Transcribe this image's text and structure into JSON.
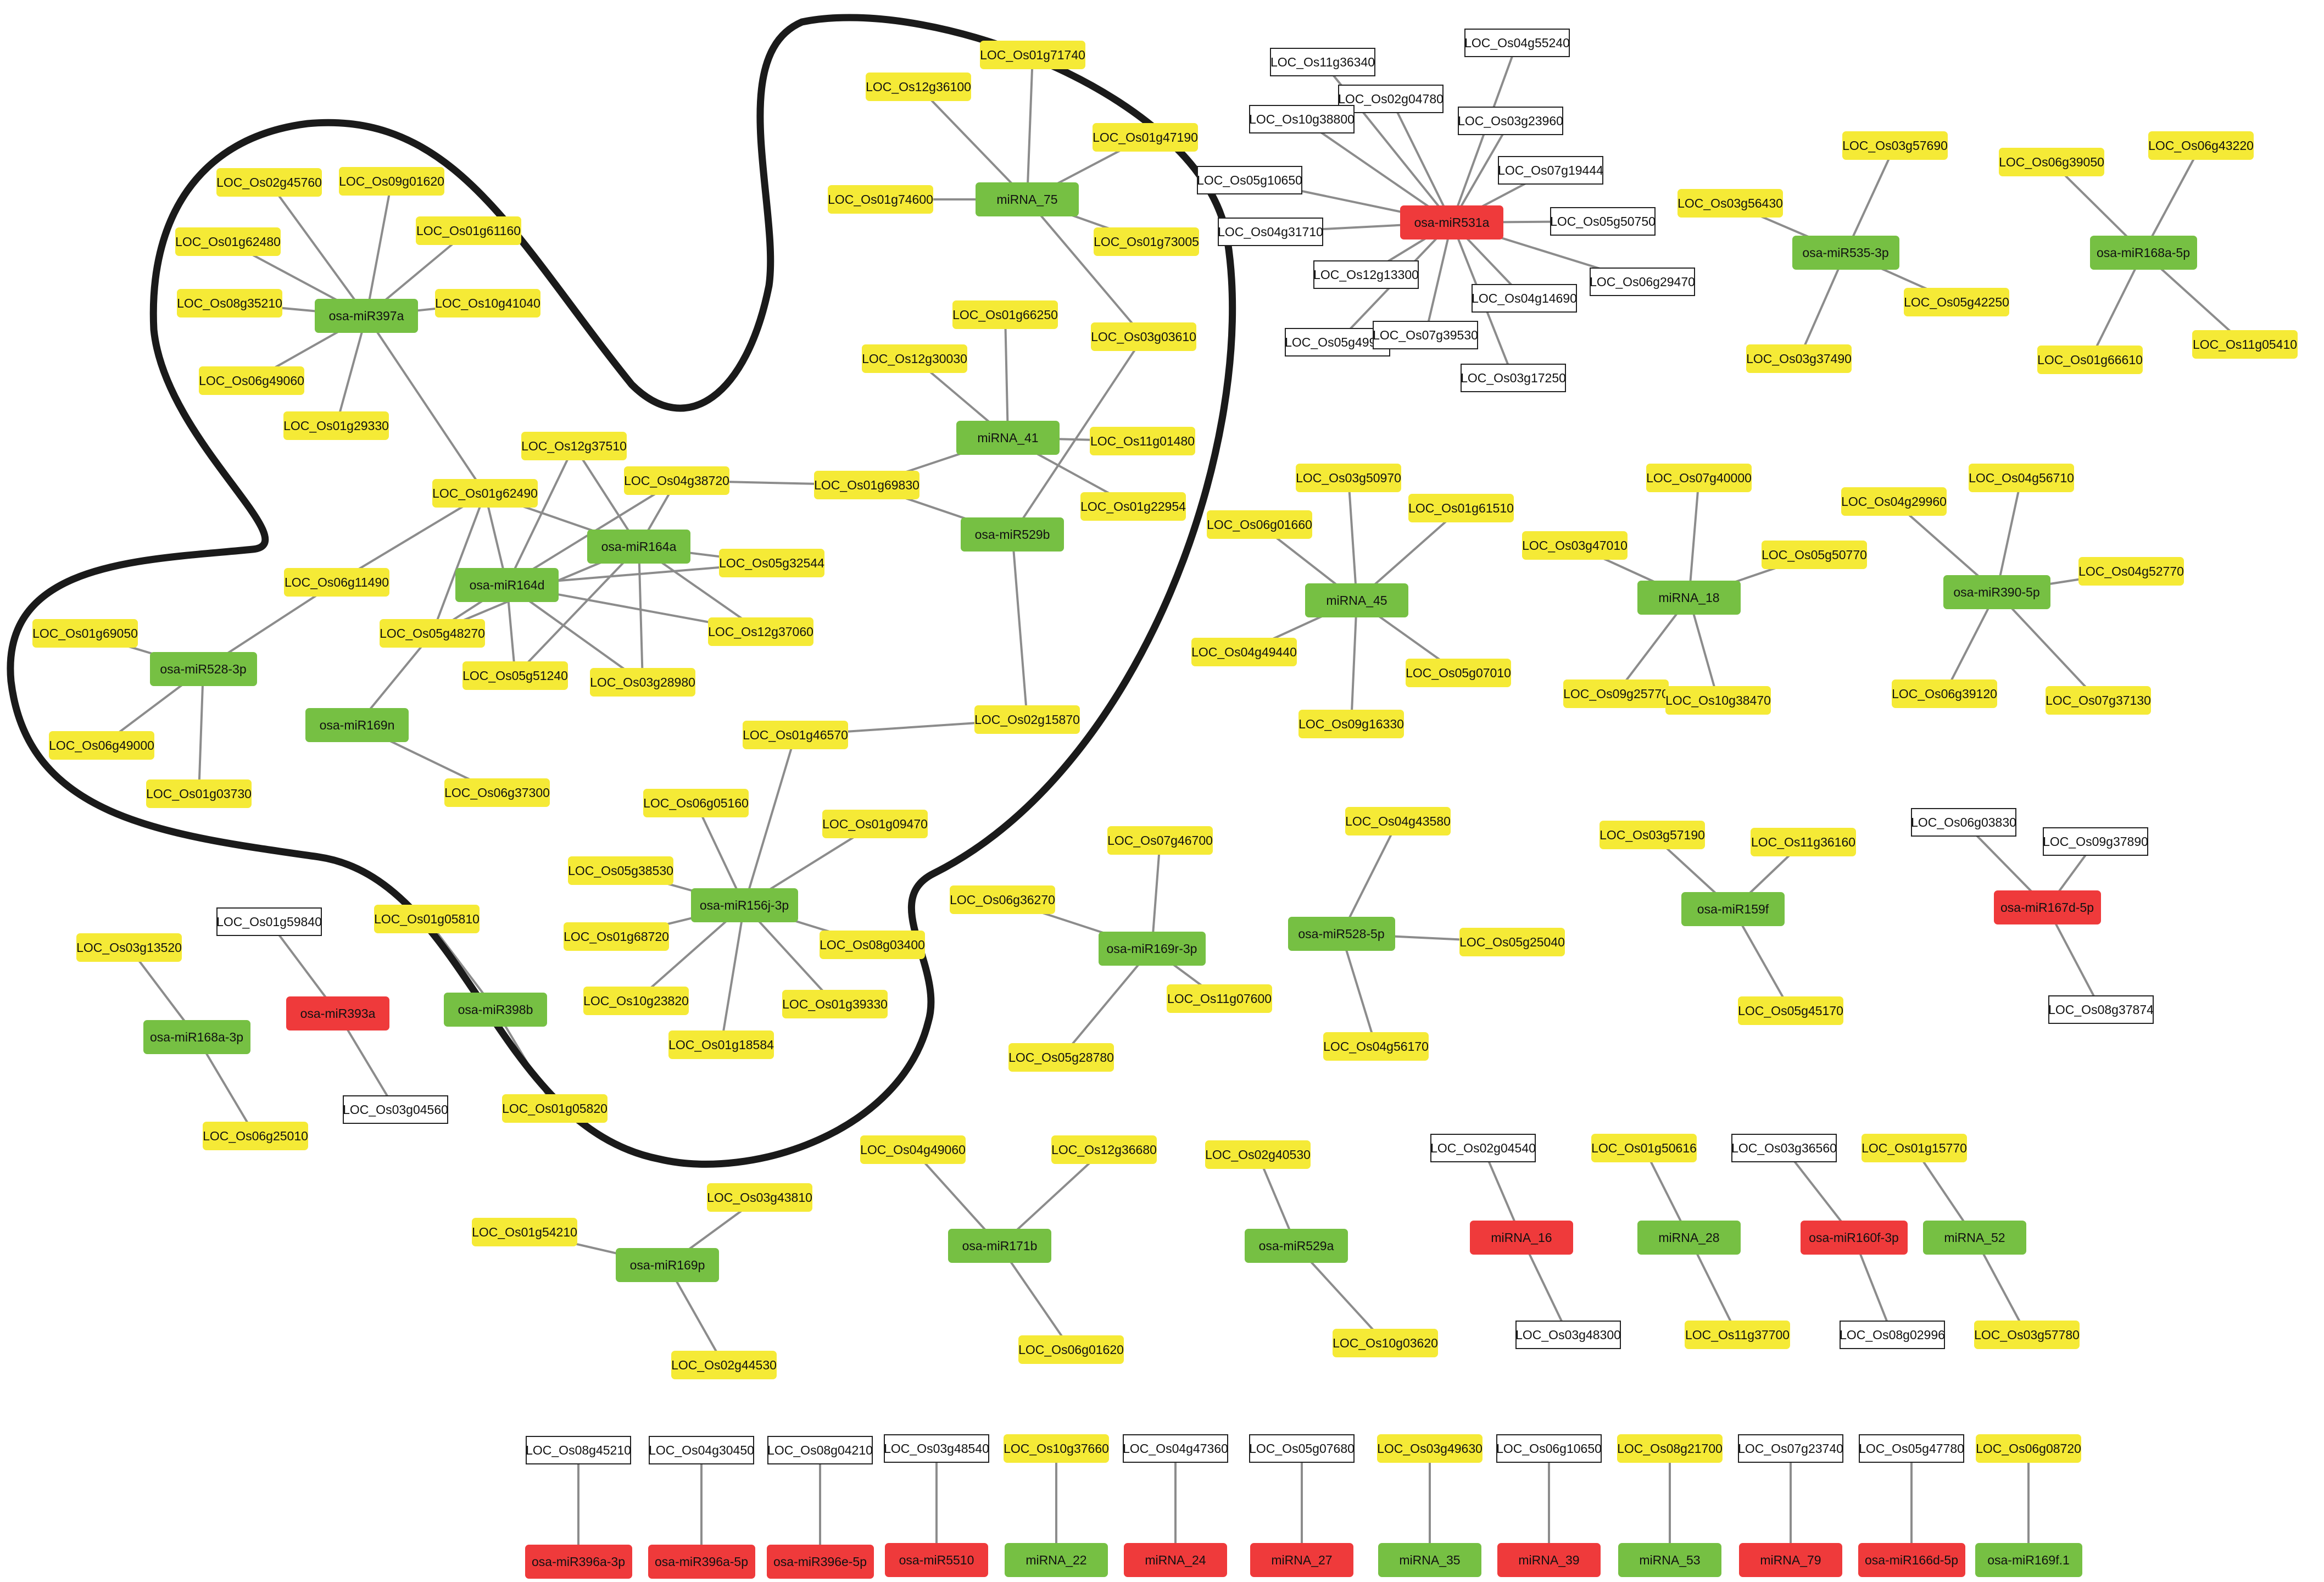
{
  "colors": {
    "upregulated_target": "#f5ea36",
    "mirna_green": "#76c043",
    "mirna_red": "#ef3a3b",
    "target_white": "#ffffff",
    "edge": "#8c8c8c",
    "outline": "#1a1a1a"
  },
  "nodes": [
    {
      "id": "LOC_Os01g71740",
      "color": "yellow"
    },
    {
      "id": "LOC_Os12g36100",
      "color": "yellow"
    },
    {
      "id": "LOC_Os01g47190",
      "color": "yellow"
    },
    {
      "id": "LOC_Os01g74600",
      "color": "yellow"
    },
    {
      "id": "miRNA_75",
      "color": "green"
    },
    {
      "id": "LOC_Os01g73005",
      "color": "yellow"
    },
    {
      "id": "LOC_Os03g03610",
      "color": "yellow"
    },
    {
      "id": "LOC_Os01g66250",
      "color": "yellow"
    },
    {
      "id": "LOC_Os12g30030",
      "color": "yellow"
    },
    {
      "id": "miRNA_41",
      "color": "green"
    },
    {
      "id": "LOC_Os11g01480",
      "color": "yellow"
    },
    {
      "id": "LOC_Os01g22954",
      "color": "yellow"
    },
    {
      "id": "LOC_Os01g69830",
      "color": "yellow"
    },
    {
      "id": "osa-miR529b",
      "color": "green"
    },
    {
      "id": "LOC_Os02g45760",
      "color": "yellow"
    },
    {
      "id": "LOC_Os09g01620",
      "color": "yellow"
    },
    {
      "id": "LOC_Os01g61160",
      "color": "yellow"
    },
    {
      "id": "LOC_Os01g62480",
      "color": "yellow"
    },
    {
      "id": "LOC_Os08g35210",
      "color": "yellow"
    },
    {
      "id": "osa-miR397a",
      "color": "green"
    },
    {
      "id": "LOC_Os10g41040",
      "color": "yellow"
    },
    {
      "id": "LOC_Os06g49060",
      "color": "yellow"
    },
    {
      "id": "LOC_Os01g29330",
      "color": "yellow"
    },
    {
      "id": "LOC_Os12g37510",
      "color": "yellow"
    },
    {
      "id": "LOC_Os01g62490",
      "color": "yellow"
    },
    {
      "id": "LOC_Os04g38720",
      "color": "yellow"
    },
    {
      "id": "osa-miR164a",
      "color": "green"
    },
    {
      "id": "LOC_Os05g32544",
      "color": "yellow"
    },
    {
      "id": "LOC_Os06g11490",
      "color": "yellow"
    },
    {
      "id": "osa-miR164d",
      "color": "green"
    },
    {
      "id": "LOC_Os12g37060",
      "color": "yellow"
    },
    {
      "id": "LOC_Os05g48270",
      "color": "yellow"
    },
    {
      "id": "LOC_Os05g51240",
      "color": "yellow"
    },
    {
      "id": "LOC_Os03g28980",
      "color": "yellow"
    },
    {
      "id": "LOC_Os01g69050",
      "color": "yellow"
    },
    {
      "id": "osa-miR528-3p",
      "color": "green"
    },
    {
      "id": "osa-miR169n",
      "color": "green"
    },
    {
      "id": "LOC_Os06g49000",
      "color": "yellow"
    },
    {
      "id": "LOC_Os01g03730",
      "color": "yellow"
    },
    {
      "id": "LOC_Os06g37300",
      "color": "yellow"
    },
    {
      "id": "LOC_Os02g15870",
      "color": "yellow"
    },
    {
      "id": "LOC_Os01g46570",
      "color": "yellow"
    },
    {
      "id": "LOC_Os06g05160",
      "color": "yellow"
    },
    {
      "id": "LOC_Os01g09470",
      "color": "yellow"
    },
    {
      "id": "LOC_Os05g38530",
      "color": "yellow"
    },
    {
      "id": "osa-miR156j-3p",
      "color": "green"
    },
    {
      "id": "LOC_Os01g68720",
      "color": "yellow"
    },
    {
      "id": "LOC_Os08g03400",
      "color": "yellow"
    },
    {
      "id": "LOC_Os10g23820",
      "color": "yellow"
    },
    {
      "id": "LOC_Os01g39330",
      "color": "yellow"
    },
    {
      "id": "LOC_Os01g18584",
      "color": "yellow"
    },
    {
      "id": "LOC_Os11g36340",
      "color": "white"
    },
    {
      "id": "LOC_Os04g55240",
      "color": "white"
    },
    {
      "id": "LOC_Os02g04780",
      "color": "white"
    },
    {
      "id": "LOC_Os10g38800",
      "color": "white"
    },
    {
      "id": "LOC_Os03g23960",
      "color": "white"
    },
    {
      "id": "LOC_Os07g19444",
      "color": "white"
    },
    {
      "id": "LOC_Os05g10650",
      "color": "white"
    },
    {
      "id": "osa-miR531a",
      "color": "red"
    },
    {
      "id": "LOC_Os05g50750",
      "color": "white"
    },
    {
      "id": "LOC_Os04g31710",
      "color": "white"
    },
    {
      "id": "LOC_Os12g13300",
      "color": "white"
    },
    {
      "id": "LOC_Os06g29470",
      "color": "white"
    },
    {
      "id": "LOC_Os04g14690",
      "color": "white"
    },
    {
      "id": "LOC_Os05g49940",
      "color": "white"
    },
    {
      "id": "LOC_Os07g39530",
      "color": "white"
    },
    {
      "id": "LOC_Os03g17250",
      "color": "white"
    },
    {
      "id": "LOC_Os03g57690",
      "color": "yellow"
    },
    {
      "id": "LOC_Os03g56430",
      "color": "yellow"
    },
    {
      "id": "osa-miR535-3p",
      "color": "green"
    },
    {
      "id": "LOC_Os05g42250",
      "color": "yellow"
    },
    {
      "id": "LOC_Os03g37490",
      "color": "yellow"
    },
    {
      "id": "LOC_Os06g39050",
      "color": "yellow"
    },
    {
      "id": "LOC_Os06g43220",
      "color": "yellow"
    },
    {
      "id": "osa-miR168a-5p",
      "color": "green"
    },
    {
      "id": "LOC_Os11g05410",
      "color": "yellow"
    },
    {
      "id": "LOC_Os01g66610",
      "color": "yellow"
    },
    {
      "id": "LOC_Os03g50970",
      "color": "yellow"
    },
    {
      "id": "LOC_Os06g01660",
      "color": "yellow"
    },
    {
      "id": "LOC_Os01g61510",
      "color": "yellow"
    },
    {
      "id": "miRNA_45",
      "color": "green"
    },
    {
      "id": "LOC_Os04g49440",
      "color": "yellow"
    },
    {
      "id": "LOC_Os05g07010",
      "color": "yellow"
    },
    {
      "id": "LOC_Os09g16330",
      "color": "yellow"
    },
    {
      "id": "LOC_Os07g40000",
      "color": "yellow"
    },
    {
      "id": "LOC_Os03g47010",
      "color": "yellow"
    },
    {
      "id": "LOC_Os05g50770",
      "color": "yellow"
    },
    {
      "id": "miRNA_18",
      "color": "green"
    },
    {
      "id": "LOC_Os09g25770",
      "color": "yellow"
    },
    {
      "id": "LOC_Os10g38470",
      "color": "yellow"
    },
    {
      "id": "LOC_Os04g29960",
      "color": "yellow"
    },
    {
      "id": "LOC_Os04g56710",
      "color": "yellow"
    },
    {
      "id": "LOC_Os04g52770",
      "color": "yellow"
    },
    {
      "id": "osa-miR390-5p",
      "color": "green"
    },
    {
      "id": "LOC_Os06g39120",
      "color": "yellow"
    },
    {
      "id": "LOC_Os07g37130",
      "color": "yellow"
    },
    {
      "id": "LOC_Os07g46700",
      "color": "yellow"
    },
    {
      "id": "LOC_Os06g36270",
      "color": "yellow"
    },
    {
      "id": "osa-miR169r-3p",
      "color": "green"
    },
    {
      "id": "LOC_Os11g07600",
      "color": "yellow"
    },
    {
      "id": "LOC_Os05g28780",
      "color": "yellow"
    },
    {
      "id": "LOC_Os04g43580",
      "color": "yellow"
    },
    {
      "id": "osa-miR528-5p",
      "color": "green"
    },
    {
      "id": "LOC_Os05g25040",
      "color": "yellow"
    },
    {
      "id": "LOC_Os04g56170",
      "color": "yellow"
    },
    {
      "id": "LOC_Os03g57190",
      "color": "yellow"
    },
    {
      "id": "LOC_Os11g36160",
      "color": "yellow"
    },
    {
      "id": "osa-miR159f",
      "color": "green"
    },
    {
      "id": "LOC_Os05g45170",
      "color": "yellow"
    },
    {
      "id": "LOC_Os06g03830",
      "color": "white"
    },
    {
      "id": "LOC_Os09g37890",
      "color": "white"
    },
    {
      "id": "osa-miR167d-5p",
      "color": "red"
    },
    {
      "id": "LOC_Os08g37874",
      "color": "white"
    },
    {
      "id": "LOC_Os03g13520",
      "color": "yellow"
    },
    {
      "id": "osa-miR168a-3p",
      "color": "green"
    },
    {
      "id": "LOC_Os06g25010",
      "color": "yellow"
    },
    {
      "id": "LOC_Os01g59840",
      "color": "white"
    },
    {
      "id": "osa-miR393a",
      "color": "red"
    },
    {
      "id": "LOC_Os03g04560",
      "color": "white"
    },
    {
      "id": "LOC_Os01g05810",
      "color": "yellow"
    },
    {
      "id": "osa-miR398b",
      "color": "green"
    },
    {
      "id": "LOC_Os01g05820",
      "color": "yellow"
    },
    {
      "id": "LOC_Os03g43810",
      "color": "yellow"
    },
    {
      "id": "LOC_Os01g54210",
      "color": "yellow"
    },
    {
      "id": "osa-miR169p",
      "color": "green"
    },
    {
      "id": "LOC_Os02g44530",
      "color": "yellow"
    },
    {
      "id": "LOC_Os04g49060",
      "color": "yellow"
    },
    {
      "id": "LOC_Os12g36680",
      "color": "yellow"
    },
    {
      "id": "osa-miR171b",
      "color": "green"
    },
    {
      "id": "LOC_Os06g01620",
      "color": "yellow"
    },
    {
      "id": "LOC_Os02g40530",
      "color": "yellow"
    },
    {
      "id": "osa-miR529a",
      "color": "green"
    },
    {
      "id": "LOC_Os10g03620",
      "color": "yellow"
    },
    {
      "id": "LOC_Os02g04540",
      "color": "white"
    },
    {
      "id": "miRNA_16",
      "color": "red"
    },
    {
      "id": "LOC_Os03g48300",
      "color": "white"
    },
    {
      "id": "LOC_Os01g50616",
      "color": "yellow"
    },
    {
      "id": "miRNA_28",
      "color": "green"
    },
    {
      "id": "LOC_Os11g37700",
      "color": "yellow"
    },
    {
      "id": "LOC_Os03g36560",
      "color": "white"
    },
    {
      "id": "osa-miR160f-3p",
      "color": "red"
    },
    {
      "id": "LOC_Os08g02996",
      "color": "white"
    },
    {
      "id": "LOC_Os01g15770",
      "color": "yellow"
    },
    {
      "id": "miRNA_52",
      "color": "green"
    },
    {
      "id": "LOC_Os03g57780",
      "color": "yellow"
    },
    {
      "id": "LOC_Os08g45210",
      "color": "white"
    },
    {
      "id": "osa-miR396a-3p",
      "color": "red"
    },
    {
      "id": "LOC_Os04g30450",
      "color": "white"
    },
    {
      "id": "osa-miR396a-5p",
      "color": "red"
    },
    {
      "id": "LOC_Os08g04210",
      "color": "white"
    },
    {
      "id": "osa-miR396e-5p",
      "color": "red"
    },
    {
      "id": "LOC_Os03g48540",
      "color": "white"
    },
    {
      "id": "osa-miR5510",
      "color": "red"
    },
    {
      "id": "LOC_Os10g37660",
      "color": "yellow"
    },
    {
      "id": "miRNA_22",
      "color": "green"
    },
    {
      "id": "LOC_Os04g47360",
      "color": "white"
    },
    {
      "id": "miRNA_24",
      "color": "red"
    },
    {
      "id": "LOC_Os05g07680",
      "color": "white"
    },
    {
      "id": "miRNA_27",
      "color": "red"
    },
    {
      "id": "LOC_Os03g49630",
      "color": "yellow"
    },
    {
      "id": "miRNA_35",
      "color": "green"
    },
    {
      "id": "LOC_Os06g10650",
      "color": "white"
    },
    {
      "id": "miRNA_39",
      "color": "red"
    },
    {
      "id": "LOC_Os08g21700",
      "color": "yellow"
    },
    {
      "id": "miRNA_53",
      "color": "green"
    },
    {
      "id": "LOC_Os07g23740",
      "color": "white"
    },
    {
      "id": "miRNA_79",
      "color": "red"
    },
    {
      "id": "LOC_Os05g47780",
      "color": "white"
    },
    {
      "id": "osa-miR166d-5p",
      "color": "red"
    },
    {
      "id": "LOC_Os06g08720",
      "color": "yellow"
    },
    {
      "id": "osa-miR169f.1",
      "color": "green"
    }
  ],
  "edges": [
    [
      "miRNA_75",
      "LOC_Os01g71740"
    ],
    [
      "miRNA_75",
      "LOC_Os12g36100"
    ],
    [
      "miRNA_75",
      "LOC_Os01g47190"
    ],
    [
      "miRNA_75",
      "LOC_Os01g74600"
    ],
    [
      "miRNA_75",
      "LOC_Os01g73005"
    ],
    [
      "miRNA_75",
      "LOC_Os03g03610"
    ],
    [
      "miRNA_41",
      "LOC_Os01g66250"
    ],
    [
      "miRNA_41",
      "LOC_Os12g30030"
    ],
    [
      "miRNA_41",
      "LOC_Os11g01480"
    ],
    [
      "miRNA_41",
      "LOC_Os01g22954"
    ],
    [
      "miRNA_41",
      "LOC_Os01g69830"
    ],
    [
      "osa-miR529b",
      "LOC_Os03g03610"
    ],
    [
      "osa-miR529b",
      "LOC_Os01g69830"
    ],
    [
      "osa-miR529b",
      "LOC_Os02g15870"
    ],
    [
      "osa-miR397a",
      "LOC_Os02g45760"
    ],
    [
      "osa-miR397a",
      "LOC_Os09g01620"
    ],
    [
      "osa-miR397a",
      "LOC_Os01g61160"
    ],
    [
      "osa-miR397a",
      "LOC_Os01g62480"
    ],
    [
      "osa-miR397a",
      "LOC_Os08g35210"
    ],
    [
      "osa-miR397a",
      "LOC_Os10g41040"
    ],
    [
      "osa-miR397a",
      "LOC_Os06g49060"
    ],
    [
      "osa-miR397a",
      "LOC_Os01g29330"
    ],
    [
      "osa-miR397a",
      "LOC_Os01g62490"
    ],
    [
      "osa-miR164a",
      "LOC_Os12g37510"
    ],
    [
      "osa-miR164a",
      "LOC_Os01g62490"
    ],
    [
      "osa-miR164a",
      "LOC_Os04g38720"
    ],
    [
      "osa-miR164a",
      "LOC_Os05g32544"
    ],
    [
      "osa-miR164a",
      "LOC_Os12g37060"
    ],
    [
      "osa-miR164a",
      "LOC_Os05g51240"
    ],
    [
      "osa-miR164a",
      "LOC_Os03g28980"
    ],
    [
      "osa-miR164a",
      "LOC_Os05g48270"
    ],
    [
      "osa-miR164d",
      "LOC_Os12g37510"
    ],
    [
      "osa-miR164d",
      "LOC_Os01g62490"
    ],
    [
      "osa-miR164d",
      "LOC_Os04g38720"
    ],
    [
      "osa-miR164d",
      "LOC_Os05g32544"
    ],
    [
      "osa-miR164d",
      "LOC_Os12g37060"
    ],
    [
      "osa-miR164d",
      "LOC_Os05g51240"
    ],
    [
      "osa-miR164d",
      "LOC_Os03g28980"
    ],
    [
      "osa-miR164d",
      "LOC_Os05g48270"
    ],
    [
      "LOC_Os04g38720",
      "LOC_Os01g69830"
    ],
    [
      "LOC_Os01g62490",
      "LOC_Os06g11490"
    ],
    [
      "LOC_Os01g62490",
      "LOC_Os05g48270"
    ],
    [
      "osa-miR528-3p",
      "LOC_Os06g11490"
    ],
    [
      "osa-miR528-3p",
      "LOC_Os01g69050"
    ],
    [
      "osa-miR528-3p",
      "LOC_Os06g49000"
    ],
    [
      "osa-miR528-3p",
      "LOC_Os01g03730"
    ],
    [
      "osa-miR169n",
      "LOC_Os05g48270"
    ],
    [
      "osa-miR169n",
      "LOC_Os06g37300"
    ],
    [
      "LOC_Os02g15870",
      "LOC_Os01g46570"
    ],
    [
      "osa-miR156j-3p",
      "LOC_Os01g46570"
    ],
    [
      "osa-miR156j-3p",
      "LOC_Os06g05160"
    ],
    [
      "osa-miR156j-3p",
      "LOC_Os01g09470"
    ],
    [
      "osa-miR156j-3p",
      "LOC_Os05g38530"
    ],
    [
      "osa-miR156j-3p",
      "LOC_Os01g68720"
    ],
    [
      "osa-miR156j-3p",
      "LOC_Os08g03400"
    ],
    [
      "osa-miR156j-3p",
      "LOC_Os10g23820"
    ],
    [
      "osa-miR156j-3p",
      "LOC_Os01g39330"
    ],
    [
      "osa-miR156j-3p",
      "LOC_Os01g18584"
    ],
    [
      "osa-miR531a",
      "LOC_Os11g36340"
    ],
    [
      "osa-miR531a",
      "LOC_Os04g55240"
    ],
    [
      "osa-miR531a",
      "LOC_Os02g04780"
    ],
    [
      "osa-miR531a",
      "LOC_Os10g38800"
    ],
    [
      "osa-miR531a",
      "LOC_Os03g23960"
    ],
    [
      "osa-miR531a",
      "LOC_Os07g19444"
    ],
    [
      "osa-miR531a",
      "LOC_Os05g10650"
    ],
    [
      "osa-miR531a",
      "LOC_Os05g50750"
    ],
    [
      "osa-miR531a",
      "LOC_Os04g31710"
    ],
    [
      "osa-miR531a",
      "LOC_Os12g13300"
    ],
    [
      "osa-miR531a",
      "LOC_Os06g29470"
    ],
    [
      "osa-miR531a",
      "LOC_Os04g14690"
    ],
    [
      "osa-miR531a",
      "LOC_Os05g49940"
    ],
    [
      "osa-miR531a",
      "LOC_Os07g39530"
    ],
    [
      "osa-miR531a",
      "LOC_Os03g17250"
    ],
    [
      "osa-miR535-3p",
      "LOC_Os03g57690"
    ],
    [
      "osa-miR535-3p",
      "LOC_Os03g56430"
    ],
    [
      "osa-miR535-3p",
      "LOC_Os05g42250"
    ],
    [
      "osa-miR535-3p",
      "LOC_Os03g37490"
    ],
    [
      "osa-miR168a-5p",
      "LOC_Os06g39050"
    ],
    [
      "osa-miR168a-5p",
      "LOC_Os06g43220"
    ],
    [
      "osa-miR168a-5p",
      "LOC_Os11g05410"
    ],
    [
      "osa-miR168a-5p",
      "LOC_Os01g66610"
    ],
    [
      "miRNA_45",
      "LOC_Os03g50970"
    ],
    [
      "miRNA_45",
      "LOC_Os06g01660"
    ],
    [
      "miRNA_45",
      "LOC_Os01g61510"
    ],
    [
      "miRNA_45",
      "LOC_Os04g49440"
    ],
    [
      "miRNA_45",
      "LOC_Os05g07010"
    ],
    [
      "miRNA_45",
      "LOC_Os09g16330"
    ],
    [
      "miRNA_18",
      "LOC_Os07g40000"
    ],
    [
      "miRNA_18",
      "LOC_Os03g47010"
    ],
    [
      "miRNA_18",
      "LOC_Os05g50770"
    ],
    [
      "miRNA_18",
      "LOC_Os09g25770"
    ],
    [
      "miRNA_18",
      "LOC_Os10g38470"
    ],
    [
      "osa-miR390-5p",
      "LOC_Os04g29960"
    ],
    [
      "osa-miR390-5p",
      "LOC_Os04g56710"
    ],
    [
      "osa-miR390-5p",
      "LOC_Os04g52770"
    ],
    [
      "osa-miR390-5p",
      "LOC_Os06g39120"
    ],
    [
      "osa-miR390-5p",
      "LOC_Os07g37130"
    ],
    [
      "osa-miR169r-3p",
      "LOC_Os07g46700"
    ],
    [
      "osa-miR169r-3p",
      "LOC_Os06g36270"
    ],
    [
      "osa-miR169r-3p",
      "LOC_Os11g07600"
    ],
    [
      "osa-miR169r-3p",
      "LOC_Os05g28780"
    ],
    [
      "osa-miR528-5p",
      "LOC_Os04g43580"
    ],
    [
      "osa-miR528-5p",
      "LOC_Os05g25040"
    ],
    [
      "osa-miR528-5p",
      "LOC_Os04g56170"
    ],
    [
      "osa-miR159f",
      "LOC_Os03g57190"
    ],
    [
      "osa-miR159f",
      "LOC_Os11g36160"
    ],
    [
      "osa-miR159f",
      "LOC_Os05g45170"
    ],
    [
      "osa-miR167d-5p",
      "LOC_Os06g03830"
    ],
    [
      "osa-miR167d-5p",
      "LOC_Os09g37890"
    ],
    [
      "osa-miR167d-5p",
      "LOC_Os08g37874"
    ],
    [
      "osa-miR168a-3p",
      "LOC_Os03g13520"
    ],
    [
      "osa-miR168a-3p",
      "LOC_Os06g25010"
    ],
    [
      "osa-miR393a",
      "LOC_Os01g59840"
    ],
    [
      "osa-miR393a",
      "LOC_Os03g04560"
    ],
    [
      "osa-miR398b",
      "LOC_Os01g05810"
    ],
    [
      "osa-miR398b",
      "LOC_Os01g05820"
    ],
    [
      "osa-miR169p",
      "LOC_Os03g43810"
    ],
    [
      "osa-miR169p",
      "LOC_Os01g54210"
    ],
    [
      "osa-miR169p",
      "LOC_Os02g44530"
    ],
    [
      "osa-miR171b",
      "LOC_Os04g49060"
    ],
    [
      "osa-miR171b",
      "LOC_Os12g36680"
    ],
    [
      "osa-miR171b",
      "LOC_Os06g01620"
    ],
    [
      "osa-miR529a",
      "LOC_Os02g40530"
    ],
    [
      "osa-miR529a",
      "LOC_Os10g03620"
    ],
    [
      "miRNA_16",
      "LOC_Os02g04540"
    ],
    [
      "miRNA_16",
      "LOC_Os03g48300"
    ],
    [
      "miRNA_28",
      "LOC_Os01g50616"
    ],
    [
      "miRNA_28",
      "LOC_Os11g37700"
    ],
    [
      "osa-miR160f-3p",
      "LOC_Os03g36560"
    ],
    [
      "osa-miR160f-3p",
      "LOC_Os08g02996"
    ],
    [
      "miRNA_52",
      "LOC_Os01g15770"
    ],
    [
      "miRNA_52",
      "LOC_Os03g57780"
    ],
    [
      "osa-miR396a-3p",
      "LOC_Os08g45210"
    ],
    [
      "osa-miR396a-5p",
      "LOC_Os04g30450"
    ],
    [
      "osa-miR396e-5p",
      "LOC_Os08g04210"
    ],
    [
      "osa-miR5510",
      "LOC_Os03g48540"
    ],
    [
      "miRNA_22",
      "LOC_Os10g37660"
    ],
    [
      "miRNA_24",
      "LOC_Os04g47360"
    ],
    [
      "miRNA_27",
      "LOC_Os05g07680"
    ],
    [
      "miRNA_35",
      "LOC_Os03g49630"
    ],
    [
      "miRNA_39",
      "LOC_Os06g10650"
    ],
    [
      "miRNA_53",
      "LOC_Os08g21700"
    ],
    [
      "miRNA_79",
      "LOC_Os07g23740"
    ],
    [
      "osa-miR166d-5p",
      "LOC_Os05g47780"
    ],
    [
      "osa-miR169f.1",
      "LOC_Os06g08720"
    ]
  ]
}
